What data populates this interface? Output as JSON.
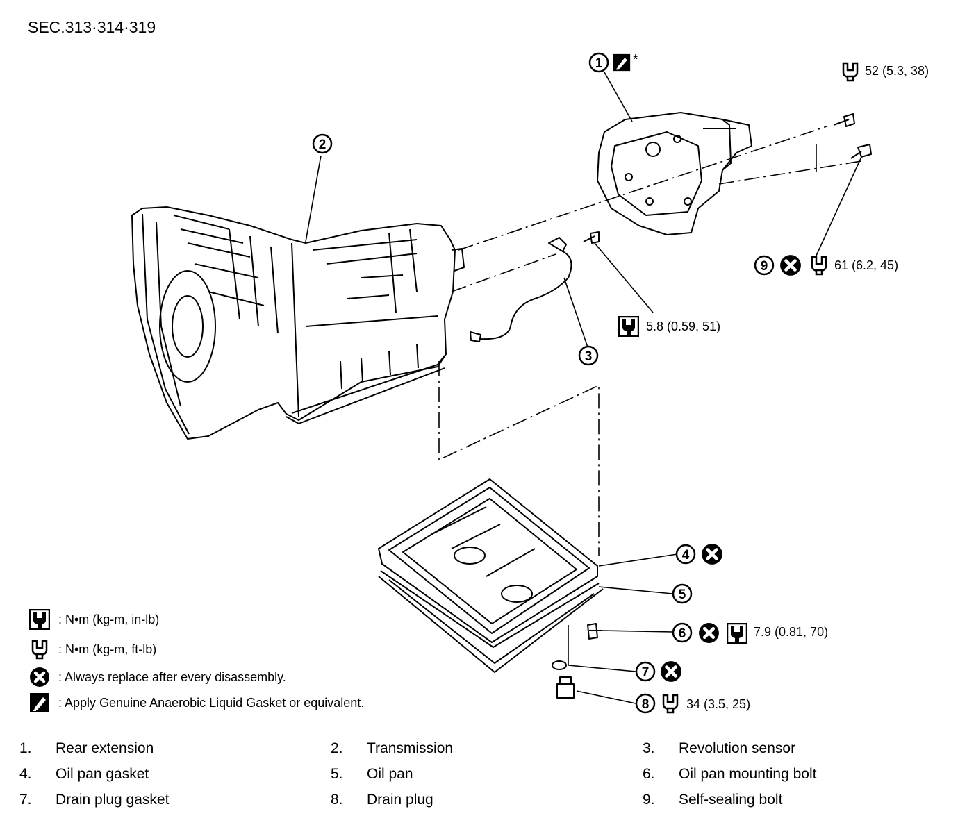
{
  "section_label": "SEC.313·314·319",
  "callouts": {
    "c1": "52 (5.3, 38)",
    "c2": "61 (6.2, 45)",
    "c3": "5.8 (0.59, 51)",
    "c4": "7.9 (0.81, 70)",
    "c5": "34 (3.5, 25)"
  },
  "legend": [
    {
      "icon": "torque-wrench-in-lb-icon",
      "text": ":  N•m  (kg-m,  in-lb)"
    },
    {
      "icon": "torque-wrench-ft-lb-icon",
      "text": ":  N•m  (kg-m,  ft-lb)"
    },
    {
      "icon": "always-replace-icon",
      "text": ": Always replace after every disassembly."
    },
    {
      "icon": "liquid-gasket-icon",
      "text": ": Apply Genuine Anaerobic Liquid Gasket or equivalent."
    }
  ],
  "parts": [
    {
      "num": "1.",
      "name": "Rear extension"
    },
    {
      "num": "2.",
      "name": "Transmission"
    },
    {
      "num": "3.",
      "name": "Revolution sensor"
    },
    {
      "num": "4.",
      "name": "Oil pan gasket"
    },
    {
      "num": "5.",
      "name": "Oil pan"
    },
    {
      "num": "6.",
      "name": "Oil pan mounting bolt"
    },
    {
      "num": "7.",
      "name": "Drain plug gasket"
    },
    {
      "num": "8.",
      "name": "Drain plug"
    },
    {
      "num": "9.",
      "name": "Self-sealing bolt"
    }
  ],
  "markers": [
    "1",
    "2",
    "3",
    "4",
    "5",
    "6",
    "7",
    "8",
    "9"
  ],
  "colors": {
    "ink": "#000000",
    "background": "#ffffff"
  }
}
